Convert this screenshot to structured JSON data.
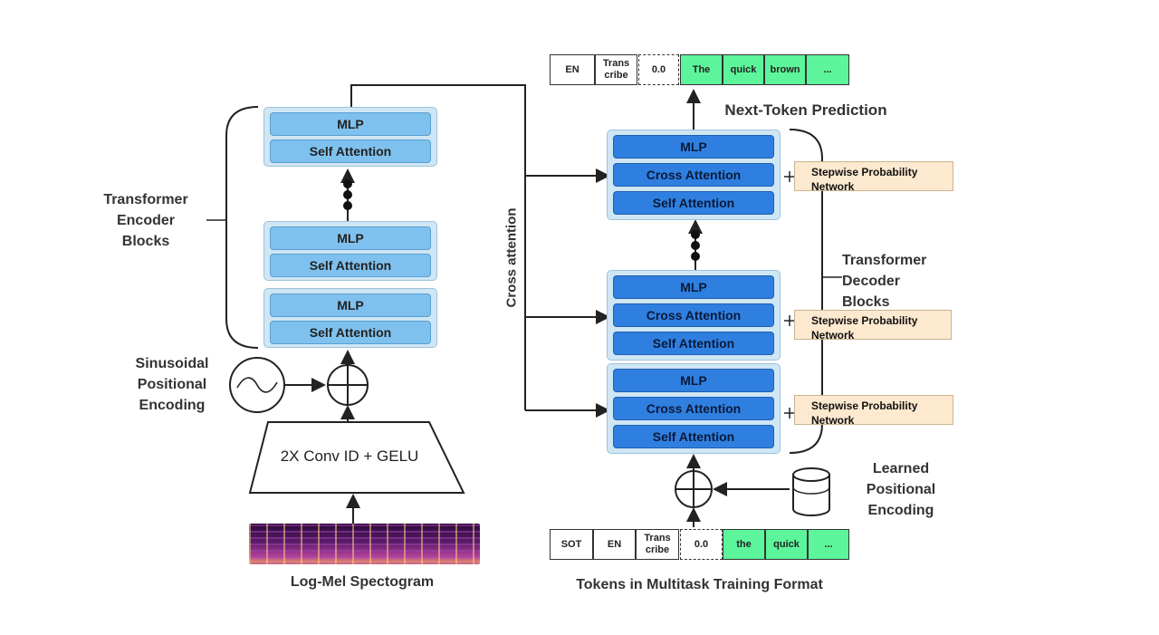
{
  "encoder": {
    "label": "Transformer\nEncoder\nBlocks",
    "mlp": "MLP",
    "self_attention": "Self Attention"
  },
  "decoder": {
    "label": "Transformer\nDecoder\nBlocks",
    "mlp": "MLP",
    "cross_attention": "Cross Attention",
    "self_attention": "Self Attention"
  },
  "stepwise": "Stepwise Probability\nNetwork",
  "cross_attention_label": "Cross attention",
  "next_token": "Next-Token Prediction",
  "sinusoidal": "Sinusoidal\nPositional\nEncoding",
  "conv": "2X Conv ID + GELU",
  "spectrogram": "Log-Mel Spectogram",
  "learned": "Learned\nPositional\nEncoding",
  "tokens_caption": "Tokens in Multitask Training Format",
  "top_tokens": [
    "EN",
    "Trans\ncribe",
    "0.0",
    "The",
    "quick",
    "brown",
    "..."
  ],
  "bottom_tokens": [
    "SOT",
    "EN",
    "Trans\ncribe",
    "0.0",
    "the",
    "quick",
    "..."
  ]
}
